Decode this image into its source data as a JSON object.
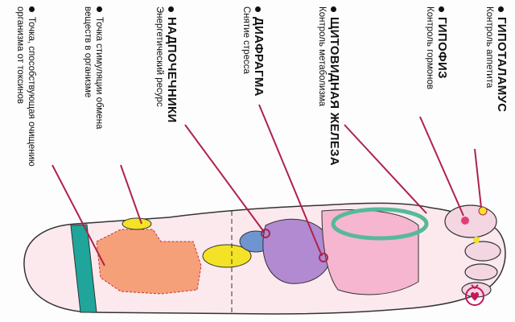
{
  "labels": {
    "hypothalamus": {
      "title": "ГИПОТАЛАМУС",
      "sub": "Контроль аппетита"
    },
    "pituitary": {
      "title": "ГИПОФИЗ",
      "sub": "Контроль гормонов"
    },
    "thyroid": {
      "title": "ЩИТОВИДНАЯ ЖЕЛЕЗА",
      "sub": "Контроль метаболизма"
    },
    "diaphragm": {
      "title": "ДИАФРАГМА",
      "sub": "Снятие стресса"
    },
    "adrenals": {
      "title": "НАДПОЧЕЧНИКИ",
      "sub": "Энергетический ресурс"
    },
    "metabolism": {
      "line1": "Точка стимуляции обмена",
      "line2": "веществ в организме"
    },
    "detox": {
      "line1": "Точка, способствующая очищению",
      "line2": "организма от токсинов"
    }
  },
  "icons": {
    "watermark": "gift-heart-icon"
  },
  "colors": {
    "leader": "#b0224a",
    "skin": "#fbe9ee",
    "outline": "#333333",
    "teal": "#1fa59a",
    "orange": "#f6a07a",
    "yellow": "#f3e225",
    "purple": "#b18ad1",
    "pink": "#f6b6cf",
    "blue": "#6f95d1",
    "green": "#58b99a"
  }
}
